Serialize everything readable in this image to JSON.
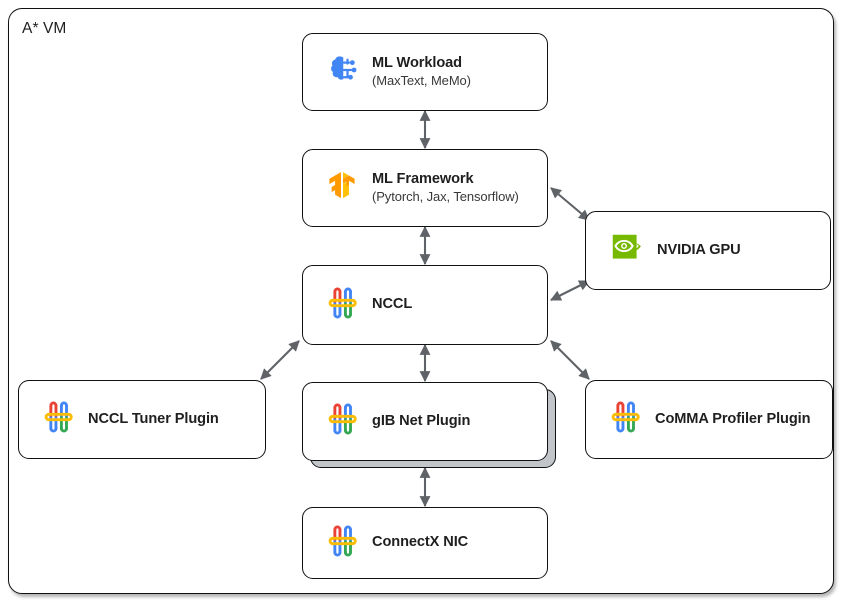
{
  "frame": {
    "title": "A* VM",
    "border_color": "#111111",
    "background": "#ffffff"
  },
  "nodes": [
    {
      "id": "ml-workload",
      "title": "ML Workload",
      "subtitle": "(MaxText, MeMo)",
      "icon": "brain-circuit-icon",
      "icon_color": "#4285F4"
    },
    {
      "id": "ml-framework",
      "title": "ML Framework",
      "subtitle": "(Pytorch, Jax, Tensorflow)",
      "icon": "tensorflow-icon",
      "icon_color": "#FF9B00"
    },
    {
      "id": "nccl",
      "title": "NCCL",
      "subtitle": "",
      "icon": "google-loops-icon",
      "icon_color": "#FBBC04"
    },
    {
      "id": "nvidia-gpu",
      "title": "NVIDIA GPU",
      "subtitle": "",
      "icon": "nvidia-icon",
      "icon_color": "#76B900"
    },
    {
      "id": "nccl-tuner-plugin",
      "title": "NCCL Tuner Plugin",
      "subtitle": "",
      "icon": "google-loops-icon",
      "icon_color": "#FBBC04"
    },
    {
      "id": "gib-net-plugin",
      "title": "gIB Net Plugin",
      "subtitle": "",
      "icon": "google-loops-icon",
      "icon_color": "#FBBC04"
    },
    {
      "id": "comma-profiler-plugin",
      "title": "CoMMA Profiler Plugin",
      "subtitle": "",
      "icon": "google-loops-icon",
      "icon_color": "#FBBC04"
    },
    {
      "id": "connectx-nic",
      "title": "ConnectX NIC",
      "subtitle": "",
      "icon": "google-loops-icon",
      "icon_color": "#FBBC04"
    }
  ],
  "connections": [
    {
      "from": "ml-workload",
      "to": "ml-framework",
      "style": "bidirectional-vertical"
    },
    {
      "from": "ml-framework",
      "to": "nccl",
      "style": "bidirectional-vertical"
    },
    {
      "from": "ml-framework",
      "to": "nvidia-gpu",
      "style": "bidirectional-diagonal"
    },
    {
      "from": "nccl",
      "to": "nvidia-gpu",
      "style": "bidirectional-diagonal"
    },
    {
      "from": "nccl",
      "to": "nccl-tuner-plugin",
      "style": "bidirectional-diagonal"
    },
    {
      "from": "nccl",
      "to": "gib-net-plugin",
      "style": "bidirectional-vertical"
    },
    {
      "from": "nccl",
      "to": "comma-profiler-plugin",
      "style": "bidirectional-diagonal"
    },
    {
      "from": "gib-net-plugin",
      "to": "connectx-nic",
      "style": "bidirectional-vertical"
    }
  ],
  "palette": {
    "arrow": "#5f6368",
    "google_red": "#EA4335",
    "google_blue": "#4285F4",
    "google_yellow": "#FBBC04",
    "google_green": "#34A853",
    "nvidia_green": "#76B900",
    "tf_orange": "#FF9B00",
    "tf_amber": "#FFC107",
    "stack_gray": "#c2c6ca"
  }
}
